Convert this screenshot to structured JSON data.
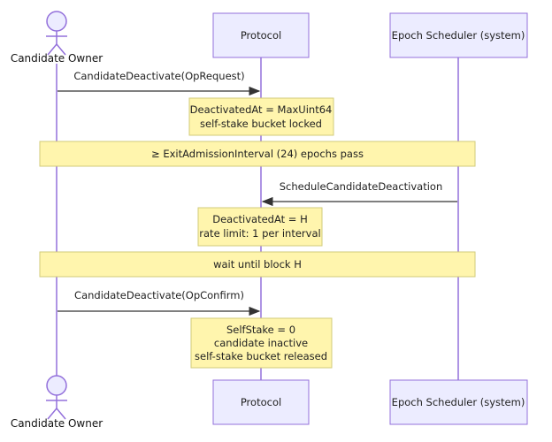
{
  "participants": {
    "candidate_owner": {
      "label": "Candidate Owner",
      "kind": "actor"
    },
    "protocol": {
      "label": "Protocol",
      "kind": "box"
    },
    "epoch_scheduler": {
      "label": "Epoch Scheduler (system)",
      "kind": "box"
    }
  },
  "messages": [
    {
      "from": "candidate_owner",
      "to": "protocol",
      "label": "CandidateDeactivate(OpRequest)"
    },
    {
      "from": "epoch_scheduler",
      "to": "protocol",
      "label": "ScheduleCandidateDeactivation"
    },
    {
      "from": "candidate_owner",
      "to": "protocol",
      "label": "CandidateDeactivate(OpConfirm)"
    }
  ],
  "notes": [
    {
      "over": "protocol",
      "lines": [
        "DeactivatedAt = MaxUint64",
        "self-stake bucket locked"
      ]
    },
    {
      "over": "all",
      "lines": [
        "≥ ExitAdmissionInterval (24) epochs pass"
      ]
    },
    {
      "over": "protocol",
      "lines": [
        "DeactivatedAt = H",
        "rate limit: 1 per interval"
      ]
    },
    {
      "over": "all",
      "lines": [
        "wait until block H"
      ]
    },
    {
      "over": "protocol",
      "lines": [
        "SelfStake = 0",
        "candidate inactive",
        "self-stake bucket released"
      ]
    }
  ],
  "colors": {
    "box_fill": "#ECECFF",
    "box_stroke": "#9370DB",
    "lifeline": "#9370DB",
    "note_fill": "#FFF5AD",
    "note_stroke": "#D2CB7A",
    "arrow": "#333333"
  }
}
